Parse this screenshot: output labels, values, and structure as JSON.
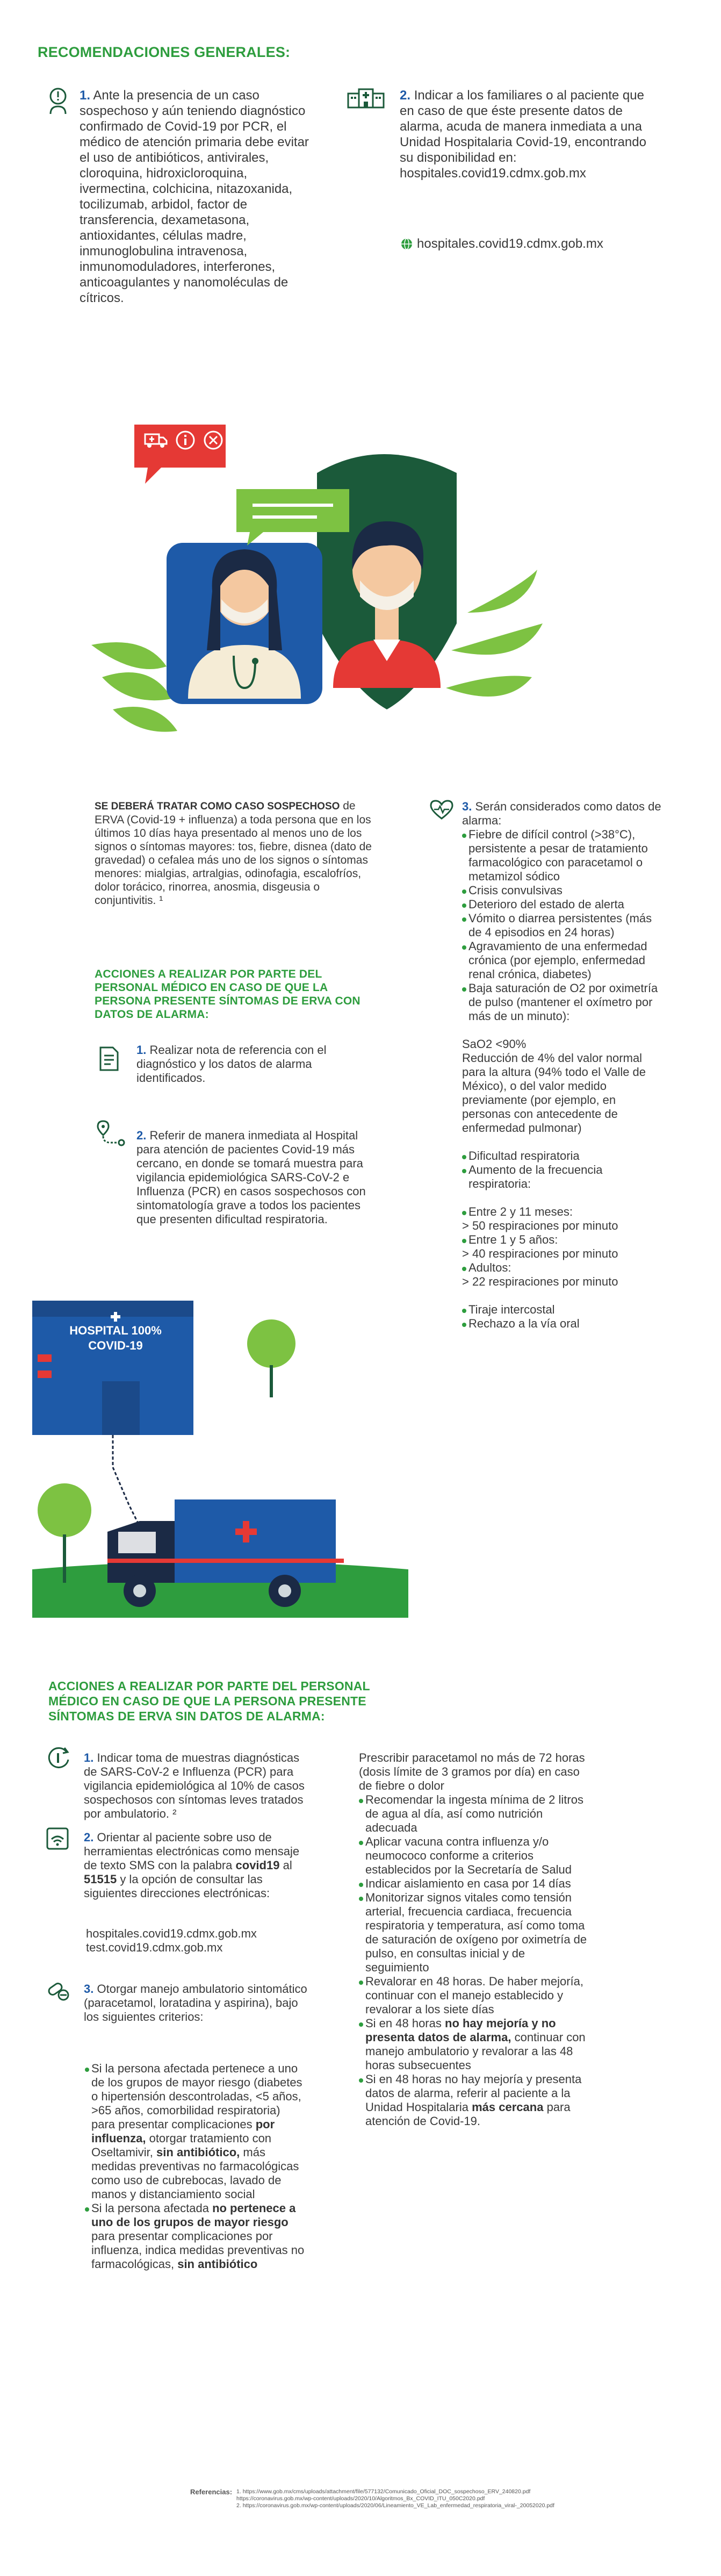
{
  "general": {
    "title": "RECOMENDACIONES GENERALES:",
    "item1_num": "1.",
    "item1_text": "Ante la presencia de un caso sospechoso y aún teniendo diagnóstico confirmado de Covid-19 por PCR, el médico de atención primaria debe evitar el uso de antibióticos, antivirales, cloroquina, hidroxicloroquina, ivermectina, colchicina, nitazoxanida, tocilizumab, arbidol, factor de transferencia, dexametasona, antioxidantes, células madre, inmunoglobulina intravenosa, inmunomoduladores, interferones, anticoagulantes y nanomoléculas de cítricos.",
    "item2_num": "2.",
    "item2_text": "Indicar a los familiares o al paciente que en caso de que éste presente datos de alarma, acuda de manera inmediata a una Unidad Hospitalaria Covid-19, encontrando su disponibilidad en: hospitales.covid19.cdmx.gob.mx",
    "link": "hospitales.covid19.cdmx.gob.mx"
  },
  "suspect": {
    "lead": "Se deberá tratar como caso sospechoso",
    "text": "de ERVA (Covid-19 + influenza) a toda persona que en los últimos 10 días haya presentado al menos uno de los signos o síntomas mayores: tos, fiebre, disnea (dato de gravedad) o cefalea más uno de los signos o síntomas menores: mialgias, artralgias, odinofagia, escalofríos, dolor torácico, rinorrea, anosmia, disgeusia o conjuntivitis. ¹"
  },
  "alarm_with": {
    "title": "ACCIONES A REALIZAR POR PARTE DEL PERSONAL MÉDICO EN CASO DE QUE LA PERSONA PRESENTE SÍNTOMAS DE ERVA CON DATOS DE ALARMA:",
    "item1_num": "1.",
    "item1_text": "Realizar nota de referencia con el diagnóstico y los datos de alarma identificados.",
    "item2_num": "2.",
    "item2_text": "Referir de manera inmediata al Hospital para atención de pacientes Covid-19 más cercano, en donde se tomará muestra para vigilancia epidemiológica SARS-CoV-2 e Influenza (PCR) en casos sospechosos con sintomatología grave a todos los pacientes que presenten dificultad respiratoria."
  },
  "alarm_signs": {
    "num": "3.",
    "intro": "Serán considerados como datos de alarma:",
    "items": [
      "Fiebre de difícil control (>38°C), persistente a pesar de tratamiento farmacológico con paracetamol o metamizol sódico",
      "Crisis convulsivas",
      "Deterioro del estado de alerta",
      "Vómito o diarrea persistentes (más de 4 episodios en 24 horas)",
      "Agravamiento de una enfermedad crónica (por ejemplo, enfermedad renal crónica, diabetes)",
      "Baja saturación de O2 por oximetría de pulso (mantener el oxímetro por más de un minuto):"
    ],
    "sao2": "SaO2 <90%",
    "reduction": "Reducción de 4% del valor normal para la altura (94% todo el Valle de México), o del valor medido previamente (por ejemplo, en personas con antecedente de enfermedad pulmonar)",
    "items2": [
      "Dificultad respiratoria",
      "Aumento de la frecuencia respiratoria:"
    ],
    "age1": "Entre 2 y 11 meses:",
    "age1_val": "> 50 respiraciones por minuto",
    "age2": "Entre 1 y 5 años:",
    "age2_val": "> 40 respiraciones por minuto",
    "age3": "Adultos:",
    "age3_val": "> 22 respiraciones por minuto",
    "items3": [
      "Tiraje intercostal",
      "Rechazo a la vía oral"
    ]
  },
  "hospital_sign": {
    "line1": "HOSPITAL 100%",
    "line2": "COVID-19"
  },
  "alarm_without": {
    "title": "ACCIONES A REALIZAR POR PARTE DEL PERSONAL MÉDICO EN CASO DE QUE LA PERSONA PRESENTE SÍNTOMAS DE ERVA SIN DATOS DE ALARMA:",
    "item1_num": "1.",
    "item1_text": "Indicar toma de muestras diagnósticas de SARS-CoV-2 e Influenza (PCR) para vigilancia epidemiológica al 10% de casos sospechosos con síntomas leves tratados por ambulatorio. ²",
    "item2_num": "2.",
    "item2_a": "Orientar al paciente sobre uso de herramientas electrónicas como mensaje de texto SMS con la palabra",
    "item2_word": "covid19",
    "item2_b": "al",
    "item2_sms": "51515",
    "item2_c": "y la opción de consultar las siguientes direcciones electrónicas:",
    "link1": "hospitales.covid19.cdmx.gob.mx",
    "link2": "test.covid19.cdmx.gob.mx",
    "item3_num": "3.",
    "item3_text": "Otorgar manejo ambulatorio sintomático (paracetamol, loratadina y aspirina), bajo los siguientes criterios:",
    "crit1_a": "Si la persona afectada pertenece a uno de los grupos de mayor riesgo (diabetes o hipertensión descontroladas, <5 años, >65 años, comorbilidad respiratoria) para presentar complicaciones",
    "crit1_b": "por influenza,",
    "crit1_c": "otorgar tratamiento con Oseltamivir,",
    "crit1_d": "sin antibiótico,",
    "crit1_e": "más medidas preventivas no farmacológicas como uso de cubrebocas, lavado de manos y distanciamiento social",
    "crit2_a": "Si la persona afectada",
    "crit2_b": "no pertenece a uno de los grupos de mayor riesgo",
    "crit2_c": "para presentar complicaciones por influenza, indica medidas preventivas no farmacológicas,",
    "crit2_d": "sin antibiótico",
    "col2_intro": "Prescribir paracetamol no más de 72 horas (dosis límite de 3 gramos por día) en caso de fiebre o dolor",
    "col2_items": [
      "Recomendar la ingesta mínima de 2 litros de agua al día, así como nutrición adecuada",
      "Aplicar vacuna contra influenza y/o neumococo conforme a criterios establecidos por la Secretaría de Salud",
      "Indicar aislamiento en casa por 14 días",
      "Monitorizar signos vitales como tensión arterial, frecuencia cardiaca, frecuencia respiratoria y temperatura, así como toma de saturación de oxígeno por oximetría de pulso, en consultas inicial y de seguimiento",
      "Revalorar en 48 horas. De haber mejoría, continuar con el manejo establecido y revalorar a los siete días"
    ],
    "col2_last1_a": "Si en 48 horas",
    "col2_last1_b": "no hay mejoría y no presenta datos de alarma,",
    "col2_last1_c": "continuar con manejo ambulatorio y revalorar a las 48 horas subsecuentes",
    "col2_last2_a": "Si en 48 horas no hay mejoría y presenta datos de alarma, referir al paciente a la Unidad Hospitalaria",
    "col2_last2_b": "más cercana",
    "col2_last2_c": "para atención de Covid-19."
  },
  "references": {
    "label": "Referencias:",
    "ref1": "1. https://www.gob.mx/cms/uploads/attachment/file/577132/Comunicado_Oficial_DOC_sospechoso_ERV_240820.pdf",
    "ref2a": "https://coronavirus.gob.mx/wp-content/uploads/2020/10/Algoritmos_Bx_COVID_ITU_050C2020.pdf",
    "ref2b": "2. https://coronavirus.gob.mx/wp-content/uploads/2020/06/Lineamiento_VE_Lab_enfermedad_respiratoria_viral-_20052020.pdf"
  },
  "colors": {
    "green": "#2e9d3e",
    "blue": "#1e5aa8",
    "dark_green": "#1b5a3a",
    "red": "#e53935",
    "lime": "#7dc242"
  }
}
